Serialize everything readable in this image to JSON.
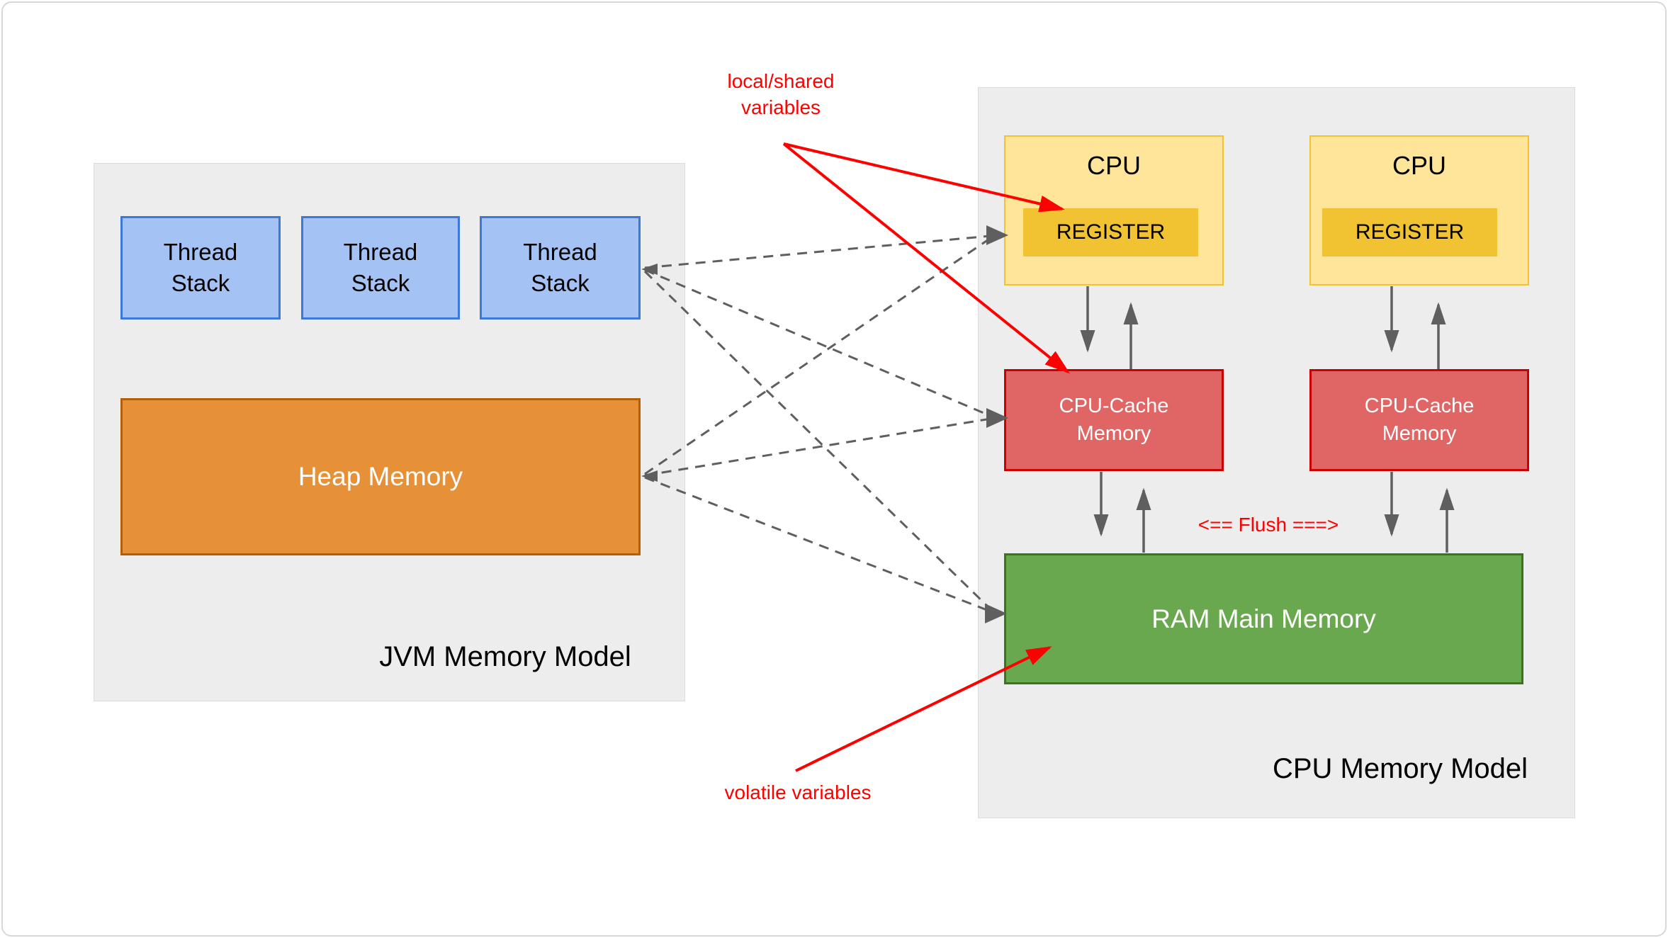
{
  "jvm_model": {
    "title": "JVM Memory Model",
    "thread_stacks": [
      "Thread Stack",
      "Thread Stack",
      "Thread Stack"
    ],
    "heap_label": "Heap Memory"
  },
  "cpu_model": {
    "title": "CPU Memory Model",
    "cpus": [
      {
        "label": "CPU",
        "register_label": "REGISTER"
      },
      {
        "label": "CPU",
        "register_label": "REGISTER"
      }
    ],
    "caches": [
      "CPU-Cache Memory",
      "CPU-Cache Memory"
    ],
    "ram_label": "RAM Main Memory"
  },
  "annotations": {
    "local_shared": "local/shared variables",
    "volatile_label": "volatile variables",
    "flush": "<== Flush ===>"
  },
  "colors": {
    "panel_bg": "#ededed",
    "thread_stack_fill": "#a4c2f4",
    "thread_stack_border": "#3c78d8",
    "heap_fill": "#e69138",
    "heap_border": "#b45f06",
    "cpu_fill": "#ffe599",
    "cpu_border": "#f1c232",
    "register_fill": "#f1c232",
    "cache_fill": "#e06666",
    "cache_border": "#cc0000",
    "ram_fill": "#6aa84f",
    "ram_border": "#38761d",
    "connector_gray": "#5f5f5f",
    "annotation_red": "#fe0000"
  }
}
